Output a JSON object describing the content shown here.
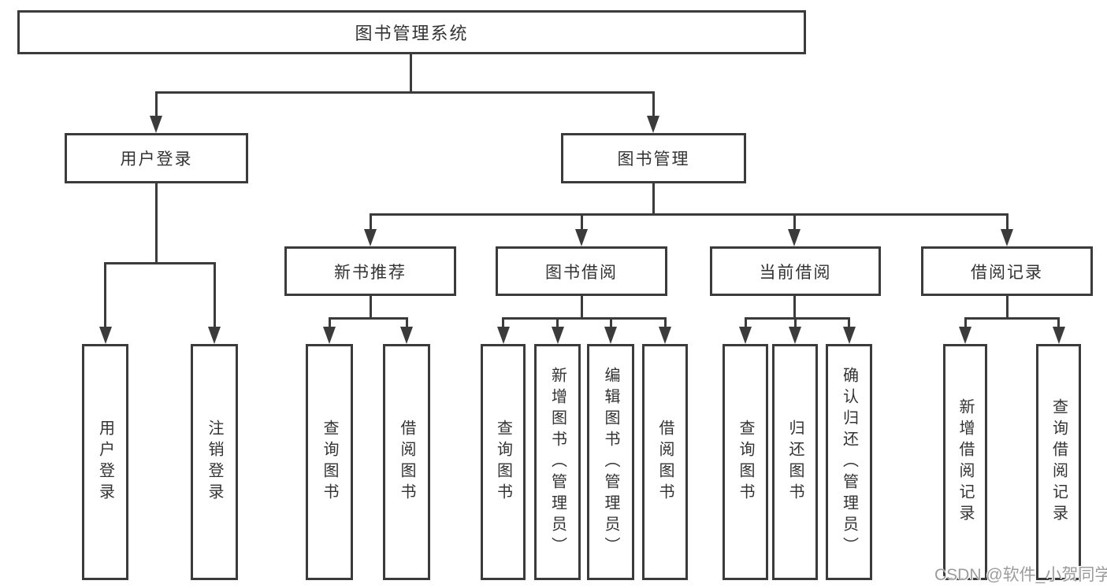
{
  "diagram_type": "hierarchy-tree",
  "watermark": "CSDN @软件_小贺同学",
  "colors": {
    "line": "#3b3b3b",
    "box_border": "#3b3b3b",
    "text": "#333333",
    "background": "#ffffff",
    "watermark": "#9c9c9c"
  },
  "tree": {
    "label": "图书管理系统",
    "children": [
      {
        "label": "用户登录",
        "children": [
          {
            "label": "用户登录"
          },
          {
            "label": "注销登录"
          }
        ]
      },
      {
        "label": "图书管理",
        "children": [
          {
            "label": "新书推荐",
            "children": [
              {
                "label": "查询图书"
              },
              {
                "label": "借阅图书"
              }
            ]
          },
          {
            "label": "图书借阅",
            "children": [
              {
                "label": "查询图书"
              },
              {
                "label": "新增图书（管理员）"
              },
              {
                "label": "编辑图书（管理员）"
              },
              {
                "label": "借阅图书"
              }
            ]
          },
          {
            "label": "当前借阅",
            "children": [
              {
                "label": "查询图书"
              },
              {
                "label": "归还图书"
              },
              {
                "label": "确认归还（管理员）"
              }
            ]
          },
          {
            "label": "借阅记录",
            "children": [
              {
                "label": "新增借阅记录"
              },
              {
                "label": "查询借阅记录"
              }
            ]
          }
        ]
      }
    ]
  }
}
